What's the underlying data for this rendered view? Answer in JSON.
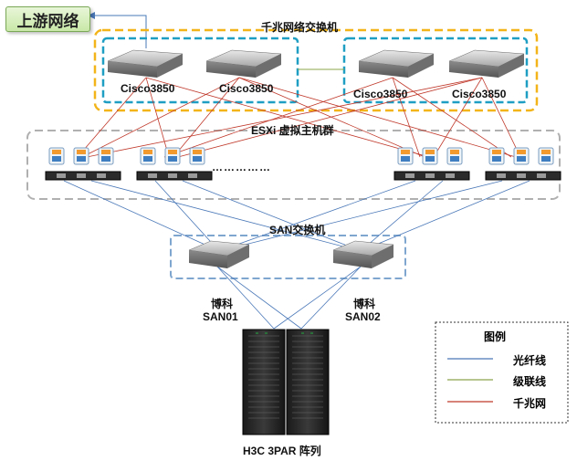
{
  "upstream": {
    "label": "上游网络"
  },
  "gigabit_switch_group": {
    "title": "千兆网络交换机"
  },
  "cisco_switches": [
    "Cisco3850",
    "Cisco3850",
    "Cisco3850",
    "Cisco3850"
  ],
  "esxi_cluster": {
    "title": "ESXi 虚拟主机群",
    "ellipsis": "……………"
  },
  "san_switch_group": {
    "title": "SAN交换机"
  },
  "san_switches": [
    {
      "line1": "博科",
      "line2": "SAN01"
    },
    {
      "line1": "博科",
      "line2": "SAN02"
    }
  ],
  "storage": {
    "label": "H3C 3PAR 阵列"
  },
  "legend": {
    "title": "图例",
    "items": [
      {
        "label": "光纤线",
        "color": "#4a78b8"
      },
      {
        "label": "级联线",
        "color": "#8aa44a"
      },
      {
        "label": "千兆网",
        "color": "#c0392b"
      }
    ]
  },
  "colors": {
    "gold_dash": "#f2b418",
    "teal_dash": "#1f9ec4",
    "gray_dash": "#b0b0b0",
    "san_dash": "#7fa6cf"
  }
}
